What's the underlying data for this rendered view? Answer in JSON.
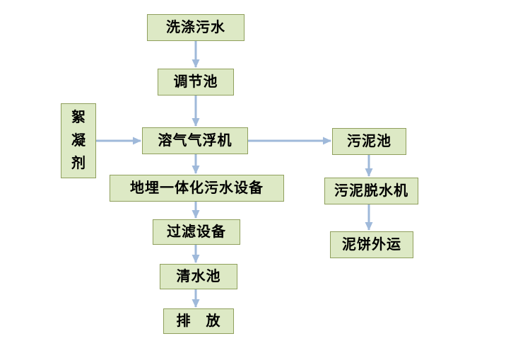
{
  "diagram": {
    "nodes": {
      "washing_wastewater": {
        "label": "洗涤污水"
      },
      "regulating_tank": {
        "label": "调节池"
      },
      "flocculant": {
        "label": "絮\n凝\n剂"
      },
      "daf_machine": {
        "label": "溶气气浮机"
      },
      "sludge_tank": {
        "label": "污泥池"
      },
      "buried_integrated_sewage_equipment": {
        "label": "地埋一体化污水设备"
      },
      "sludge_dewatering_machine": {
        "label": "污泥脱水机"
      },
      "filtering_equipment": {
        "label": "过滤设备"
      },
      "mud_cake_outbound": {
        "label": "泥饼外运"
      },
      "clean_water_tank": {
        "label": "清水池"
      },
      "discharge": {
        "label": "排　放"
      }
    },
    "edges": [
      {
        "from": "washing_wastewater",
        "to": "regulating_tank"
      },
      {
        "from": "regulating_tank",
        "to": "daf_machine"
      },
      {
        "from": "flocculant",
        "to": "daf_machine"
      },
      {
        "from": "daf_machine",
        "to": "sludge_tank"
      },
      {
        "from": "daf_machine",
        "to": "buried_integrated_sewage_equipment"
      },
      {
        "from": "buried_integrated_sewage_equipment",
        "to": "filtering_equipment"
      },
      {
        "from": "filtering_equipment",
        "to": "clean_water_tank"
      },
      {
        "from": "clean_water_tank",
        "to": "discharge"
      },
      {
        "from": "sludge_tank",
        "to": "sludge_dewatering_machine"
      },
      {
        "from": "sludge_dewatering_machine",
        "to": "mud_cake_outbound"
      }
    ],
    "colors": {
      "node_fill": "#dde9c5",
      "node_border": "#8f9f5c",
      "arrow": "#9fb9da",
      "text": "#000000"
    }
  }
}
